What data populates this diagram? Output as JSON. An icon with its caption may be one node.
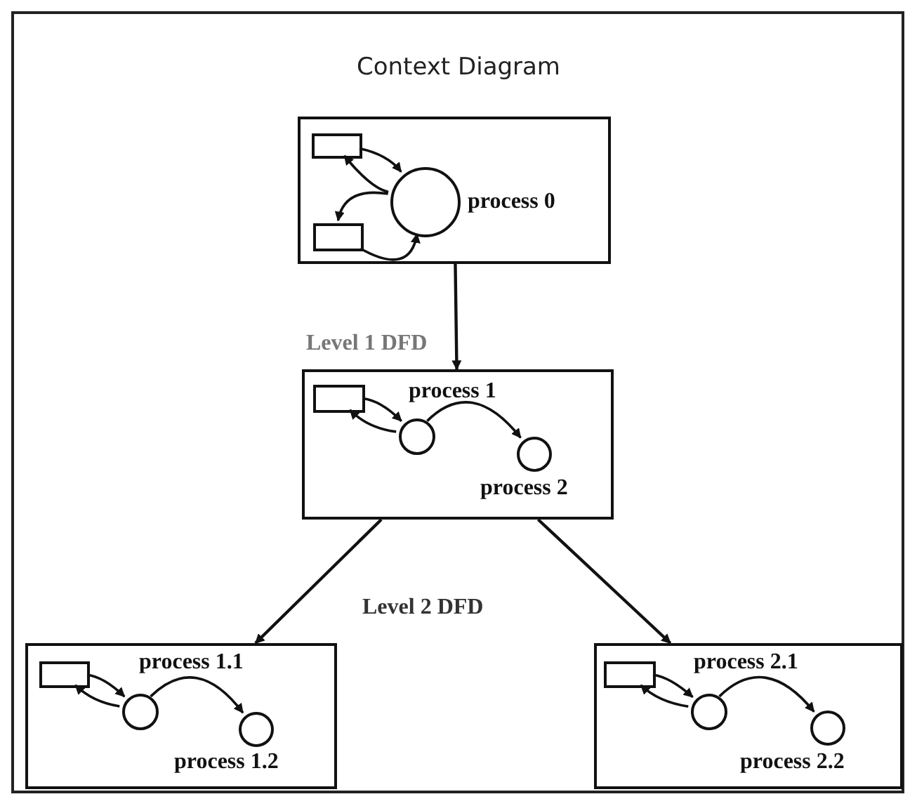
{
  "diagram": {
    "title": "Context Diagram",
    "nodes": [
      {
        "text": [],
        "shape": "box"
      },
      {
        "text": [],
        "shape": "box",
        "in": 0
      },
      {
        "text": [],
        "shape": "circle",
        "in": 0,
        "beside": [
          "process 0"
        ]
      },
      {
        "text": [],
        "shape": "box",
        "in": 0
      },
      {
        "text": [],
        "shape": "box"
      },
      {
        "text": [],
        "shape": "box",
        "in": 4
      },
      {
        "text": [],
        "shape": "circle",
        "in": 4,
        "beside": [
          "process 1"
        ]
      },
      {
        "text": [],
        "shape": "circle",
        "in": 4,
        "beside": [
          "process 2"
        ]
      },
      {
        "text": [],
        "shape": "box"
      },
      {
        "text": [],
        "shape": "box",
        "in": 8
      },
      {
        "text": [],
        "shape": "circle",
        "in": 8,
        "beside": [
          "process 1.1"
        ]
      },
      {
        "text": [],
        "shape": "circle",
        "in": 8,
        "beside": [
          "process 1.2"
        ]
      },
      {
        "text": [],
        "shape": "box"
      },
      {
        "text": [],
        "shape": "box",
        "in": 12
      },
      {
        "text": [],
        "shape": "circle",
        "in": 12,
        "beside": [
          "process 2.1"
        ]
      },
      {
        "text": [],
        "shape": "circle",
        "in": 12,
        "beside": [
          "process 2.2"
        ]
      }
    ],
    "edges": [
      {
        "from": 1,
        "to": 2,
        "arrow": "to"
      },
      {
        "from": 2,
        "to": 1,
        "arrow": "to"
      },
      {
        "from": 2,
        "to": 3,
        "arrow": "to"
      },
      {
        "from": 3,
        "to": 2,
        "arrow": "to"
      },
      {
        "from": 0,
        "to": 4,
        "arrow": "to"
      },
      {
        "from": 5,
        "to": 6,
        "arrow": "to"
      },
      {
        "from": 6,
        "to": 5,
        "arrow": "to"
      },
      {
        "from": 6,
        "to": 7,
        "arrow": "to"
      },
      {
        "from": 4,
        "to": 8,
        "arrow": "to"
      },
      {
        "from": 4,
        "to": 12,
        "arrow": "to"
      },
      {
        "from": 9,
        "to": 10,
        "arrow": "to"
      },
      {
        "from": 10,
        "to": 9,
        "arrow": "to"
      },
      {
        "from": 10,
        "to": 11,
        "arrow": "to"
      },
      {
        "from": 13,
        "to": 14,
        "arrow": "to"
      },
      {
        "from": 14,
        "to": 13,
        "arrow": "to"
      },
      {
        "from": 14,
        "to": 15,
        "arrow": "to"
      }
    ],
    "labels": [
      "Level 1 DFD",
      "Level 2 DFD"
    ]
  }
}
